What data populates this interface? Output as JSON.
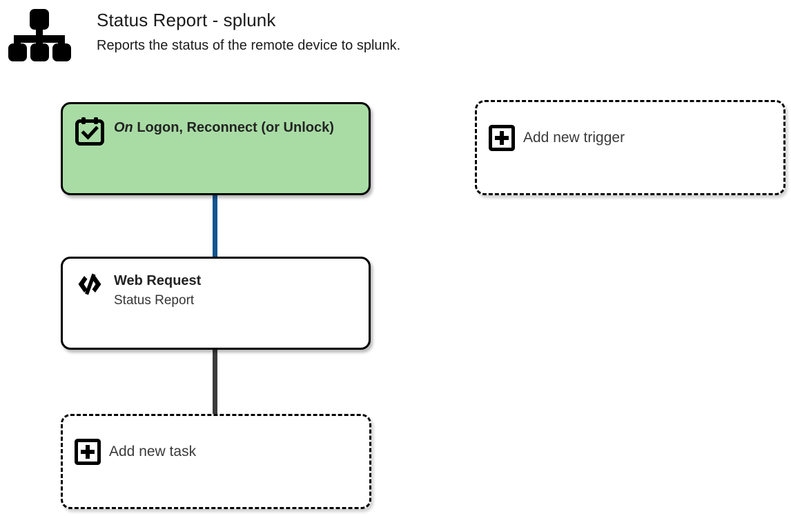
{
  "header": {
    "icon": "sitemap-icon",
    "title": "Status Report - splunk",
    "subtitle": "Reports the status of the remote device to splunk."
  },
  "colors": {
    "trigger_active_fill": "#a9dca5",
    "connector_trigger": "#14558f",
    "connector_task": "#3b3b3b",
    "border": "#000000",
    "card_fill": "#ffffff",
    "text": "#1b1b1b"
  },
  "flow": {
    "trigger": {
      "icon": "calendar-check-icon",
      "title_emphasis": "On",
      "title_rest": " Logon, Reconnect (or Unlock)",
      "full_title": "On Logon, Reconnect (or Unlock)",
      "state": "active"
    },
    "add_trigger": {
      "icon": "plus-box-icon",
      "label": "Add new trigger"
    },
    "task": {
      "icon": "code-icon",
      "title": "Web Request",
      "subtitle": "Status Report"
    },
    "add_task": {
      "icon": "plus-box-icon",
      "label": "Add new task"
    }
  }
}
